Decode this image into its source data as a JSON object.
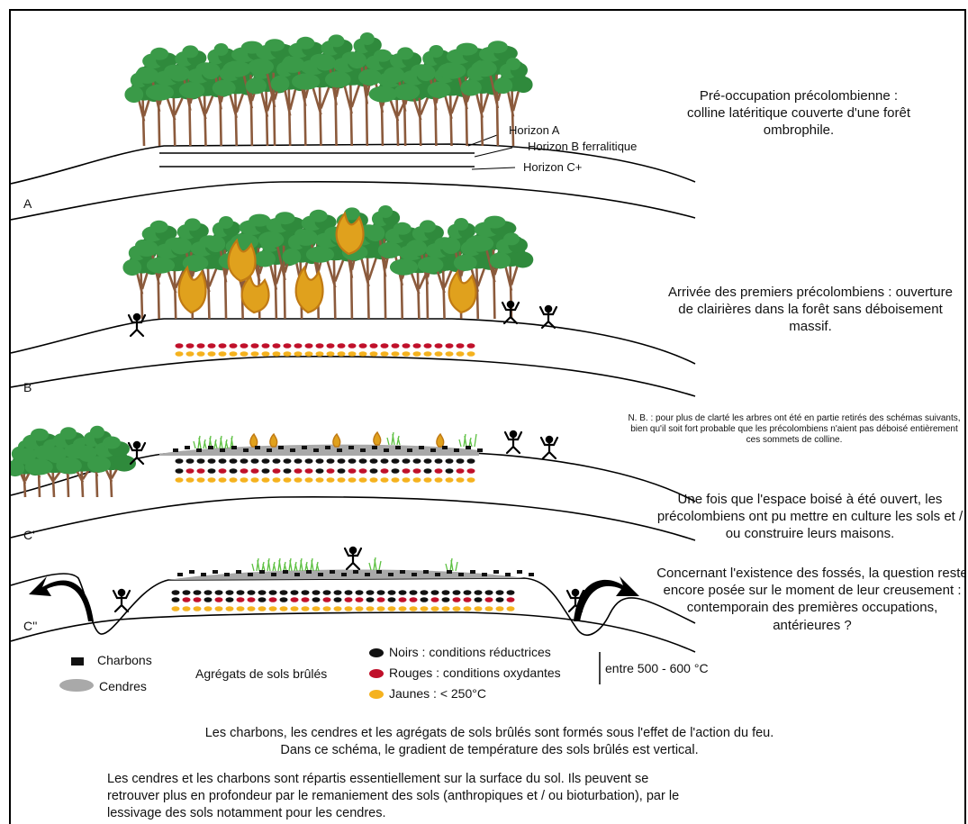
{
  "horizons": {
    "a": "Horizon A",
    "b": "Horizon B ferralitique",
    "c": "Horizon C+"
  },
  "sections": {
    "a": "A",
    "b": "B",
    "c1": "C'",
    "c2": "C''"
  },
  "captions": {
    "a": "Pré-occupation précolombienne : colline latéritique couverte d'une forêt ombrophile.",
    "b": "Arrivée des premiers précolombiens : ouverture de clairières dans la forêt sans déboisement massif.",
    "note": "N. B. : pour plus de clarté les arbres ont été en partie retirés des schémas suivants, bien qu'il soit fort probable que les précolombiens n'aient pas déboisé entièrement ces sommets de colline.",
    "c1": "Une fois que l'espace boisé à été ouvert, les précolombiens ont pu mettre en culture les sols et / ou construire leurs maisons.",
    "c2": "Concernant l'existence des fossés, la question reste encore posée sur le moment de leur creusement : contemporain des premières occupations, antérieures ?"
  },
  "legend": {
    "charbons": "Charbons",
    "cendres": "Cendres",
    "agregats": "Agrégats de sols brûlés",
    "noirs": "Noirs : conditions réductrices",
    "rouges": "Rouges : conditions oxydantes",
    "jaunes": "Jaunes : < 250°C",
    "range": "entre 500 - 600 °C"
  },
  "bottom": {
    "p1a": "Les charbons, les cendres et les agrégats de sols brûlés sont formés sous l'effet de l'action du feu.",
    "p1b": "Dans ce schéma, le gradient de température des sols brûlés est vertical.",
    "p2a": "Les cendres et les charbons sont répartis essentiellement sur la surface du sol. Ils peuvent se",
    "p2b": "retrouver plus en profondeur par le remaniement des sols (anthropiques et / ou bioturbation), par le",
    "p2c": "lessivage des sols notamment pour les cendres."
  },
  "colors": {
    "black": "#111111",
    "red": "#c0102a",
    "yellow": "#f5b21e",
    "ash": "#a9a9a9",
    "trunk": "#8b5a3c",
    "leaf": "#2f8a3c",
    "fire": "#c07a14"
  }
}
